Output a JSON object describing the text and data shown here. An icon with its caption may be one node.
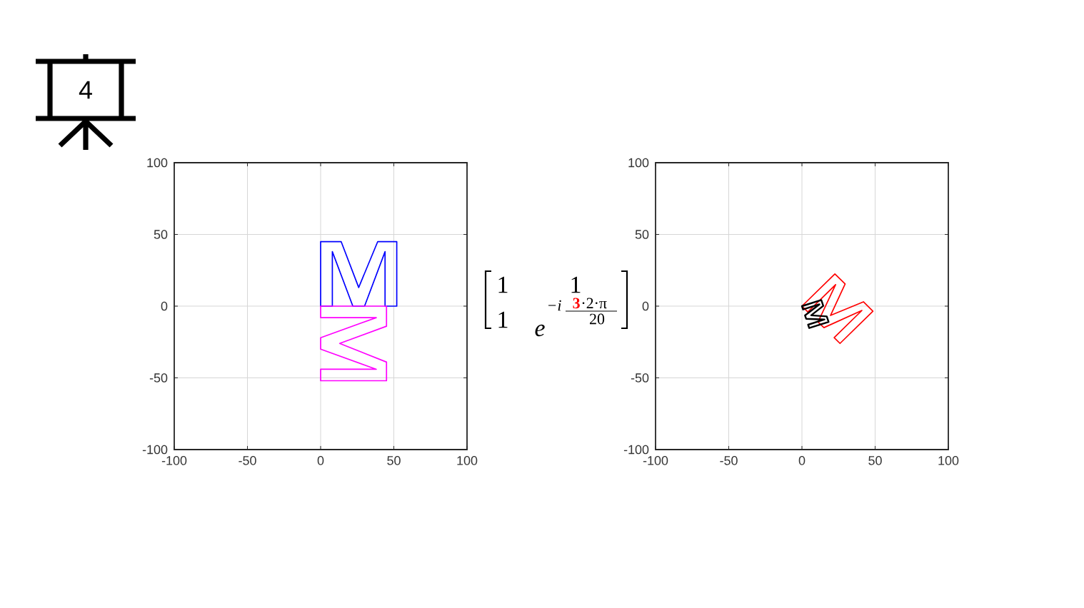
{
  "diagram": {
    "labels": [
      "4",
      "1",
      "1",
      "1",
      "e",
      "−i",
      "3",
      "·2·π",
      "20"
    ],
    "chart_data": [
      {
        "type": "line",
        "xlim": [
          -100,
          100
        ],
        "ylim": [
          -100,
          100
        ],
        "xticks": [
          -100,
          -50,
          0,
          50,
          100
        ],
        "yticks": [
          -100,
          -50,
          0,
          50,
          100
        ],
        "grid": true
      },
      {
        "type": "line",
        "xlim": [
          -100,
          100
        ],
        "ylim": [
          -100,
          100
        ],
        "xticks": [
          -100,
          -50,
          0,
          50,
          100
        ],
        "yticks": [
          -100,
          -50,
          0,
          50,
          100
        ],
        "grid": true
      }
    ]
  }
}
